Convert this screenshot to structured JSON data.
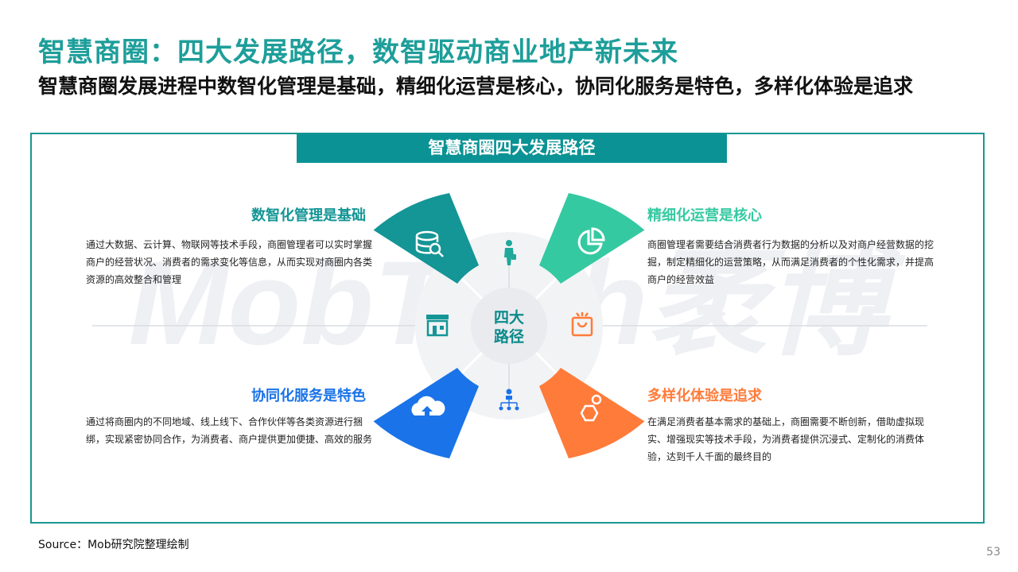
{
  "title": "智慧商圈：四大发展路径，数智驱动商业地产新未来",
  "subtitle": "智慧商圈发展进程中数智化管理是基础，精细化运营是核心，协同化服务是特色，多样化体验是追求",
  "banner": "智慧商圈四大发展路径",
  "watermark": "MobTech袤博",
  "center": {
    "line1": "四大",
    "line2": "路径"
  },
  "paths": [
    {
      "heading": "数智化管理是基础",
      "color": "#149596",
      "text": "通过大数据、云计算、物联网等技术手段，商圈管理者可以实时掌握商户的经营状况、消费者的需求变化等信息，从而实现对商圈内各类资源的高效整合和管理"
    },
    {
      "heading": "精细化运营是核心",
      "color": "#35c9a2",
      "text": "商圈管理者需要结合消费者行为数据的分析以及对商户经营数据的挖掘，制定精细化的运营策略，从而满足消费者的个性化需求，并提高商户的经营效益"
    },
    {
      "heading": "协同化服务是特色",
      "color": "#1a73e8",
      "text": "通过将商圈内的不同地域、线上线下、合作伙伴等各类资源进行捆绑，实现紧密协同合作，为消费者、商户提供更加便捷、高效的服务"
    },
    {
      "heading": "多样化体验是追求",
      "color": "#ff7b3a",
      "text": "在满足消费者基本需求的基础上，商圈需要不断创新，借助虚拟现实、增强现实等技术手段，为消费者提供沉浸式、定制化的消费体验，达到千人千面的最终目的"
    }
  ],
  "icons": {
    "segment_icons": [
      "database-search-icon",
      "pie-chart-icon",
      "cloud-upload-icon",
      "hexagon-icon"
    ],
    "ring_icons": [
      "person-icon",
      "storefront-icon",
      "shopping-bag-icon",
      "org-chart-icon"
    ]
  },
  "source": "Source：Mob研究院整理绘制",
  "page_number": "53"
}
